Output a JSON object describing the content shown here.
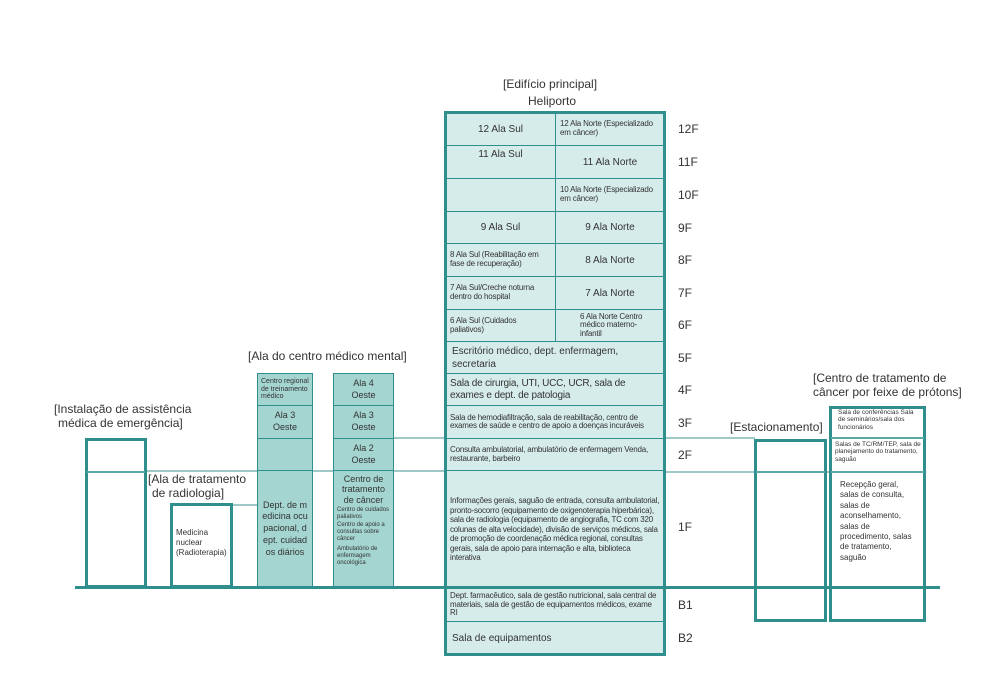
{
  "labels": {
    "main_building": "[Edifício principal]",
    "heliport": "Heliporto",
    "mental_wing": "[Ala do centro médico mental]",
    "emergency_1": "[Instalação de assistência",
    "emergency_2": "médica de emergência]",
    "radiology_1": "[Ala de tratamento",
    "radiology_2": "de radiologia]",
    "parking": "[Estacionamento]",
    "proton_1": "[Centro de tratamento de",
    "proton_2": "câncer por feixe de prótons]"
  },
  "main": {
    "f12_south": "12 Ala Sul",
    "f12_north": "12 Ala Norte (Especializado em câncer)",
    "f11_south": "11 Ala Sul",
    "f11_north": "11 Ala Norte",
    "f10_north": "10 Ala Norte (Especializado em câncer)",
    "f9_south": "9 Ala Sul",
    "f9_north": "9 Ala Norte",
    "f8_south": "8 Ala Sul (Reabilitação em fase de recuperação)",
    "f8_north": "8 Ala Norte",
    "f7_south": "7 Ala Sul/Creche noturna dentro do hospital",
    "f7_north": "7 Ala Norte",
    "f6_south": "6 Ala Sul (Cuidados paliativos)",
    "f6_north": "6 Ala Norte Centro médico materno-infantil",
    "f5": "Escritório médico, dept. enfermagem, secretaria",
    "f4": "Sala de cirurgia, UTI, UCC, UCR, sala de exames e dept. de patologia",
    "f3": "Sala de hemodiafiltração, sala de reabilitação, centro de exames de saúde e centro de apoio a doenças incuráveis",
    "f2": "Consulta ambulatorial, ambulatório de enfermagem Venda, restaurante, barbeiro",
    "f1": "Informações gerais, saguão de entrada, consulta ambulatorial, pronto-socorro (equipamento de oxigenoterapia hiperbárica), sala de radiologia (equipamento de angiografia, TC com 320 colunas de alta velocidade), divisão de serviços médicos, sala de promoção de coordenação médica regional, consultas gerais, sala de apoio para internação e alta, biblioteca interativa",
    "b1": "Dept. farmacêutico, sala de gestão nutricional, sala central de materiais, sala de gestão de equipamentos médicos, exame RI",
    "b2": "Sala de equipamentos"
  },
  "floors": [
    "12F",
    "11F",
    "10F",
    "9F",
    "8F",
    "7F",
    "6F",
    "5F",
    "4F",
    "3F",
    "2F",
    "1F",
    "B1",
    "B2"
  ],
  "mental": {
    "l_top": "Centro regional de treinamento médico",
    "l_3": "Ala 3 Oeste",
    "l_1": "Dept. de medicina ocupacional, dept. cuidados diários",
    "r_4": "Ala 4 Oeste",
    "r_3": "Ala 3 Oeste",
    "r_2": "Ala 2 Oeste",
    "r_1_title": "Centro de tratamento de câncer",
    "r_1_a": "Centro de cuidados paliativos",
    "r_1_b": "Centro de apoio a consultas sobre câncer",
    "r_1_c": "Ambulatório de enfermagem oncológica"
  },
  "radiology": {
    "cell": "Medicina nuclear (Radioterapia)"
  },
  "proton": {
    "top": "Sala de conferências Sala de seminários/sala dos funcionários",
    "mid": "Salas de TC/RM/TEP, sala de planejamento do tratamento, saguão",
    "bottom": "Recepção geral, salas de consulta, salas de aconselhamento, salas de procedimento, salas de tratamento, saguão"
  },
  "colors": {
    "border": "#2f8f8c",
    "fill": "#d6ecea",
    "fill_dark": "#a4d5d1"
  }
}
